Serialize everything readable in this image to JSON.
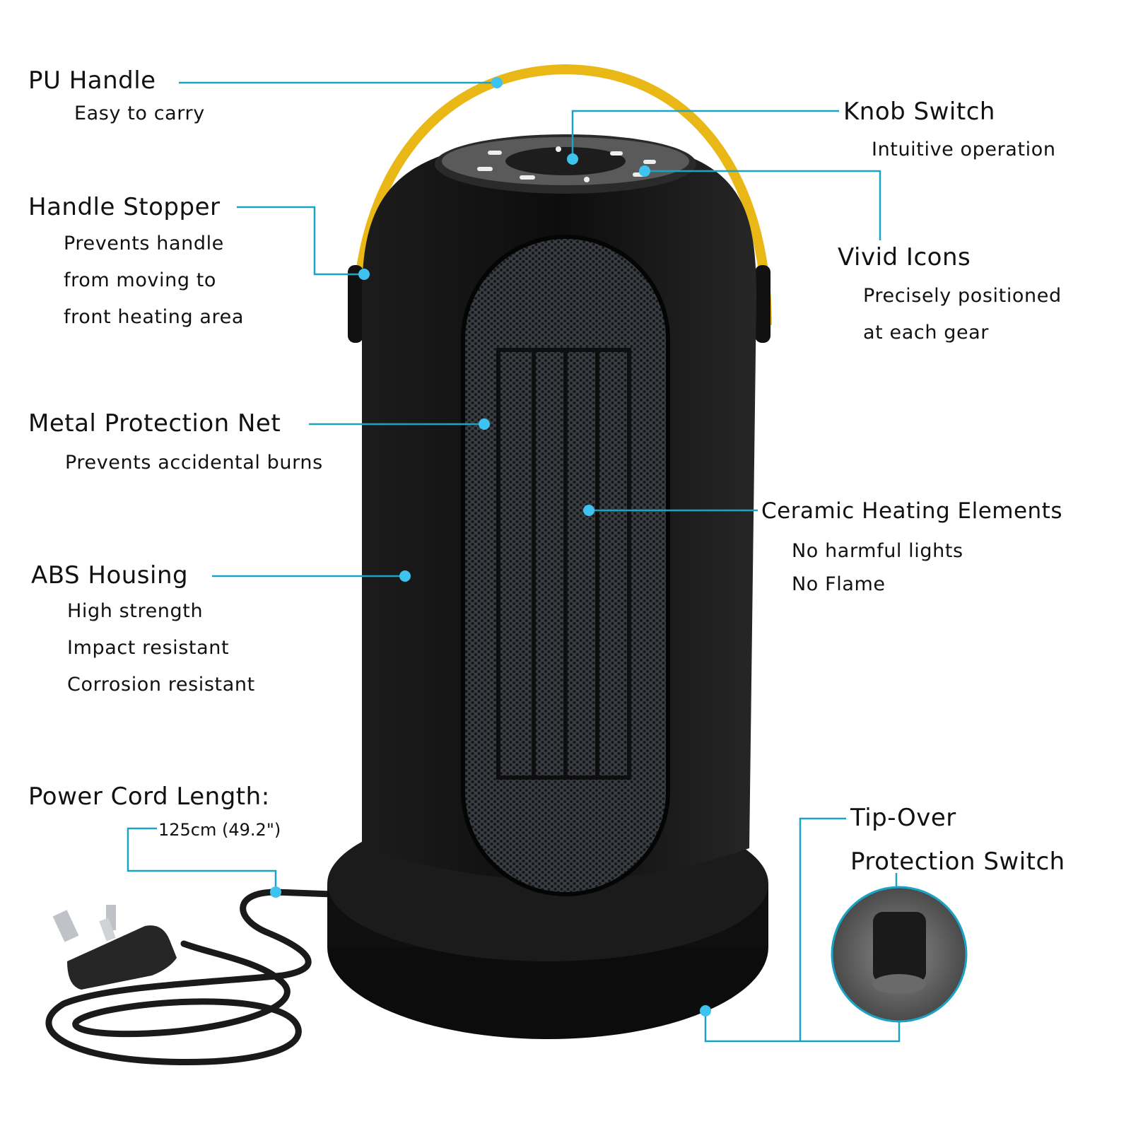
{
  "colors": {
    "callout_line": "#1ba3c6",
    "callout_dot": "#3ec3f0",
    "handle": "#e9b817",
    "body": "#121212"
  },
  "callouts": {
    "pu_handle": {
      "title": "PU Handle",
      "lines": [
        "Easy to carry"
      ]
    },
    "knob_switch": {
      "title": "Knob Switch",
      "lines": [
        "Intuitive operation"
      ]
    },
    "handle_stopper": {
      "title": "Handle Stopper",
      "lines": [
        "Prevents handle",
        "from moving to",
        "front heating area"
      ]
    },
    "vivid_icons": {
      "title": "Vivid Icons",
      "lines": [
        "Precisely positioned",
        "at each gear"
      ]
    },
    "metal_net": {
      "title": "Metal Protection Net",
      "lines": [
        "Prevents accidental burns"
      ]
    },
    "ceramic": {
      "title": "Ceramic Heating Elements",
      "lines": [
        "No harmful lights",
        "No Flame"
      ]
    },
    "abs_housing": {
      "title": "ABS Housing",
      "lines": [
        "High strength",
        "Impact resistant",
        "Corrosion resistant"
      ]
    },
    "power_cord": {
      "title": "Power Cord Length:",
      "lines": [
        "125cm (49.2\")"
      ]
    },
    "tip_over": {
      "title": "Tip-Over",
      "lines": [
        "Protection Switch"
      ]
    }
  }
}
